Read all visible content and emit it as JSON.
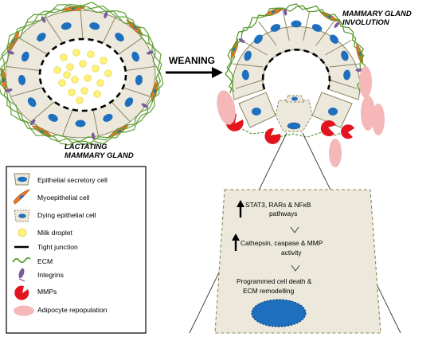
{
  "labels": {
    "lactating": [
      "LACTATING",
      "MAMMARY GLAND"
    ],
    "involution": [
      "MAMMARY GLAND",
      "INVOLUTION"
    ],
    "weaning": "WEANING"
  },
  "legend": {
    "items": [
      {
        "icon": "epithelial-cell-icon",
        "text": "Epithelial secretory cell"
      },
      {
        "icon": "myoepithelial-cell-icon",
        "text": "Myoepithelial  cell"
      },
      {
        "icon": "dying-cell-icon",
        "text": "Dying  epithelial cell"
      },
      {
        "icon": "milk-droplet-icon",
        "text": "Milk droplet"
      },
      {
        "icon": "tight-junction-icon",
        "text": "Tight junction"
      },
      {
        "icon": "ecm-icon",
        "text": "ECM"
      },
      {
        "icon": "integrin-icon",
        "text": "Integrins"
      },
      {
        "icon": "mmp-icon",
        "text": "MMPs"
      },
      {
        "icon": "adipocyte-icon",
        "text": "Adipocyte repopulation"
      }
    ]
  },
  "process": {
    "step1": [
      "STAT3, RARs  & NFκB",
      "pathways"
    ],
    "step2": [
      "Cathepsin, caspase & MMP",
      "activity"
    ],
    "step3": [
      "Programmed cell death &",
      "ECM remodelling"
    ]
  },
  "colors": {
    "cell_fill": "#ece9dc",
    "cell_stroke": "#8b8560",
    "nucleus": "#1f6fbf",
    "myoepithelial": "#e9792b",
    "ecm": "#5a9c2e",
    "integrin": "#7b5a9b",
    "milk": "#fff27a",
    "mmp": "#e3141e",
    "adipocyte": "#f5b7b7"
  }
}
